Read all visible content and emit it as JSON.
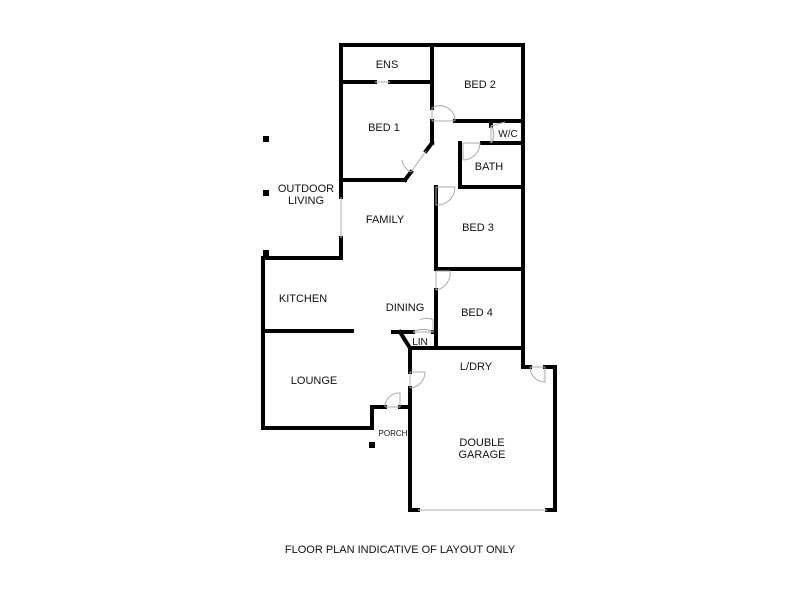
{
  "rooms": {
    "ens": "ENS",
    "bed2": "BED 2",
    "bed1": "BED 1",
    "wc": "W/C",
    "bath": "BATH",
    "outdoor1": "OUTDOOR",
    "outdoor2": "LIVING",
    "family": "FAMILY",
    "bed3": "BED 3",
    "kitchen": "KITCHEN",
    "dining": "DINING",
    "bed4": "BED 4",
    "lin": "LIN",
    "ldry": "L/DRY",
    "lounge": "LOUNGE",
    "porch": "PORCH",
    "garage1": "DOUBLE",
    "garage2": "GARAGE"
  },
  "caption": "FLOOR PLAN INDICATIVE OF LAYOUT ONLY",
  "colors": {
    "wall": "#000000",
    "door": "#aaaaaa"
  }
}
